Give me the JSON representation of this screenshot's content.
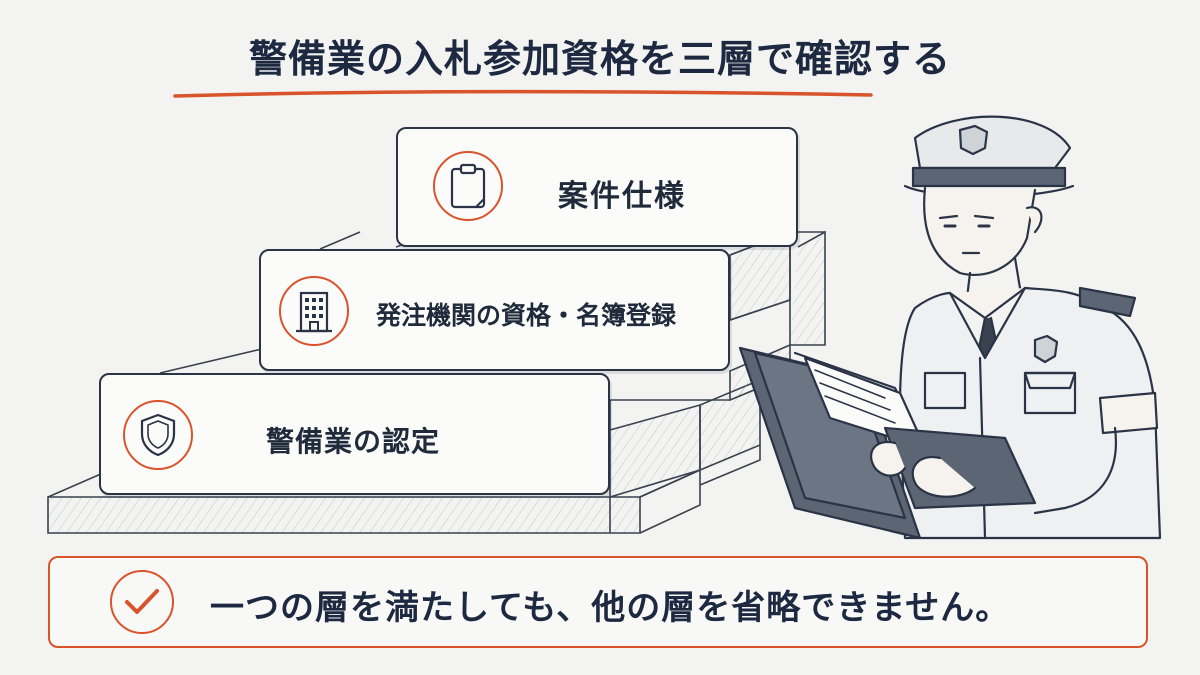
{
  "title": "警備業の入札参加資格を三層で確認する",
  "tiers": [
    {
      "label": "案件仕様",
      "icon": "clipboard-icon"
    },
    {
      "label": "発注機関の資格・名簿登録",
      "icon": "building-icon"
    },
    {
      "label": "警備業の認定",
      "icon": "shield-icon"
    }
  ],
  "footer": {
    "message": "一つの層を満たしても、他の層を省略できません。",
    "icon": "check-icon"
  },
  "colors": {
    "accent": "#d9532b",
    "ink": "#1d2940",
    "background": "#f3f3f1"
  }
}
